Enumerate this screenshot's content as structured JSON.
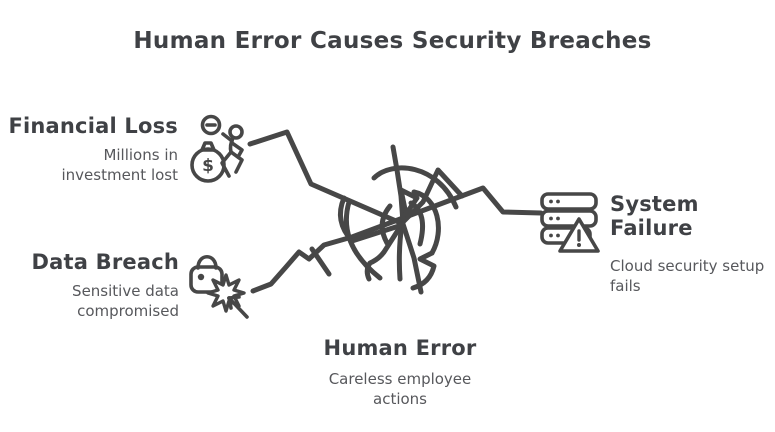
{
  "title": "Human Error Causes Security Breaches",
  "nodes": {
    "financial_loss": {
      "heading": "Financial Loss",
      "description": "Millions in\ninvestment lost",
      "icon_name": "money-loss-icon"
    },
    "data_breach": {
      "heading": "Data Breach",
      "description": "Sensitive data\ncompromised",
      "icon_name": "broken-lock-icon"
    },
    "system_failure": {
      "heading": "System\nFailure",
      "description": "Cloud security setup\nfails",
      "icon_name": "server-warning-icon"
    },
    "human_error": {
      "heading": "Human Error",
      "description": "Careless employee\nactions"
    }
  },
  "icons": {
    "financial_currency_symbol": "$"
  },
  "colors": {
    "ink": "#474747",
    "heading_text": "#3f4145",
    "subtitle_text": "#57585c",
    "background": "#ffffff"
  }
}
